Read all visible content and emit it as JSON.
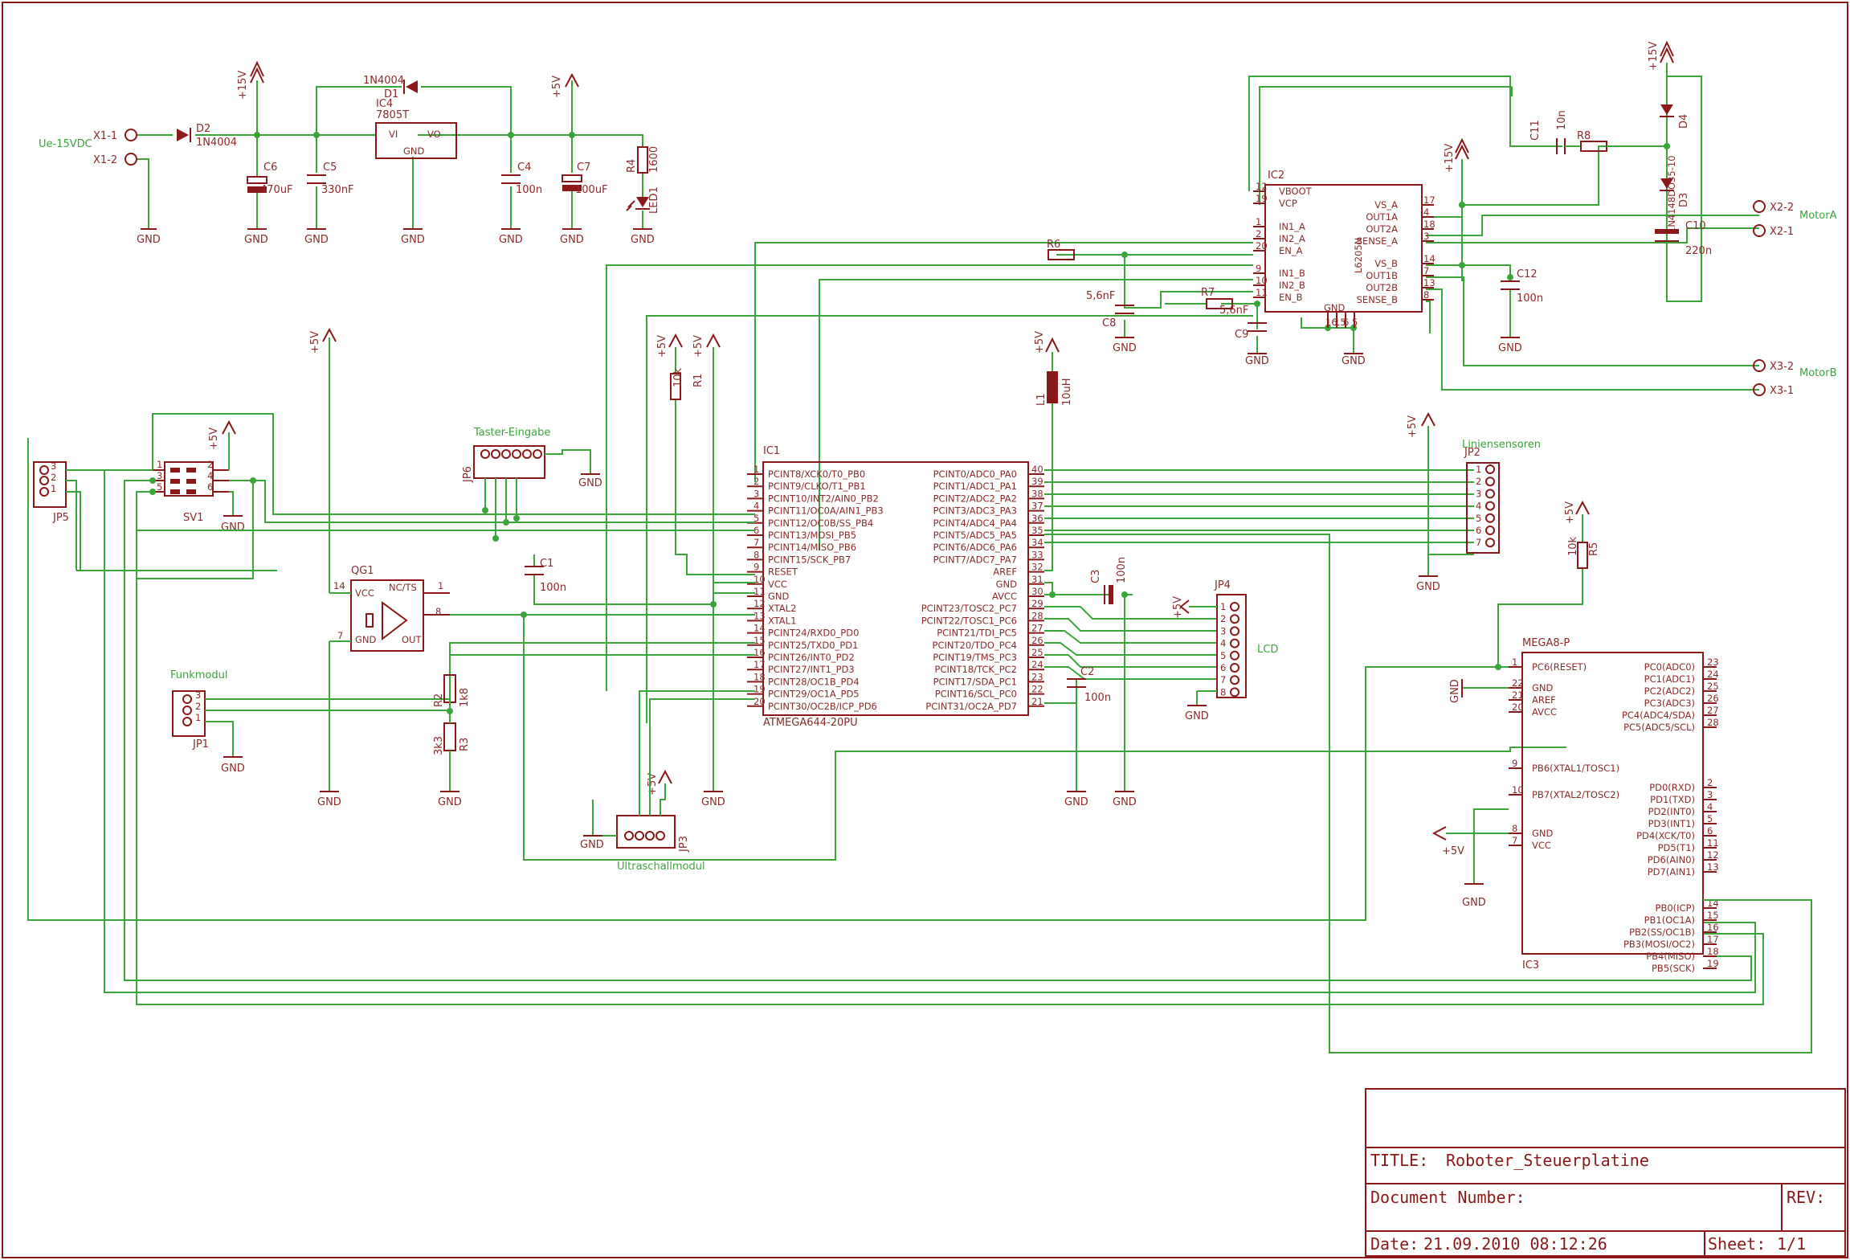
{
  "title_block": {
    "title_label": "TITLE:",
    "title": "Roboter_Steuerplatine",
    "document_label": "Document Number:",
    "rev_label": "REV:",
    "date_label": "Date:",
    "date": "21.09.2010 08:12:26",
    "sheet_label": "Sheet:",
    "sheet": "1/1"
  },
  "net_labels": {
    "supply_in": "Ue-15VDC",
    "motor_a": "MotorA",
    "motor_b": "MotorB",
    "taster": "Taster-Eingabe",
    "linien": "Liniensensoren",
    "lcd": "LCD",
    "funk": "Funkmodul",
    "ultra": "Ultraschallmodul"
  },
  "common": {
    "gnd": "GND",
    "p5v": "+5V",
    "p15v": "+15V"
  },
  "power": {
    "x1_1": "X1-1",
    "x1_2": "X1-2",
    "d2": "D2",
    "d2_val": "1N4004",
    "d1": "D1",
    "d1_val": "1N4004",
    "ic4": "IC4",
    "ic4_val": "7805T",
    "vi": "VI",
    "vo": "VO",
    "gnd_pin": "GND",
    "c6": "C6",
    "c6_val": "470uF",
    "c5": "C5",
    "c5_val": "330nF",
    "c4": "C4",
    "c4_val": "100n",
    "c7": "C7",
    "c7_val": "100uF",
    "r4": "R4",
    "r4_val": "1600",
    "led": "LED1"
  },
  "ic1": {
    "name": "IC1",
    "value": "ATMEGA644-20PU",
    "left_pins": [
      {
        "num": "1",
        "name": "PCINT8/XCK0/T0_PB0"
      },
      {
        "num": "2",
        "name": "PCINT9/CLKO/T1_PB1"
      },
      {
        "num": "3",
        "name": "PCINT10/INT2/AIN0_PB2"
      },
      {
        "num": "4",
        "name": "PCINT11/OC0A/AIN1_PB3"
      },
      {
        "num": "5",
        "name": "PCINT12/OC0B/SS_PB4"
      },
      {
        "num": "6",
        "name": "PCINT13/MOSI_PB5"
      },
      {
        "num": "7",
        "name": "PCINT14/MISO_PB6"
      },
      {
        "num": "8",
        "name": "PCINT15/SCK_PB7"
      },
      {
        "num": "9",
        "name": "RESET"
      },
      {
        "num": "10",
        "name": "VCC"
      },
      {
        "num": "11",
        "name": "GND"
      },
      {
        "num": "12",
        "name": "XTAL2"
      },
      {
        "num": "13",
        "name": "XTAL1"
      },
      {
        "num": "14",
        "name": "PCINT24/RXD0_PD0"
      },
      {
        "num": "15",
        "name": "PCINT25/TXD0_PD1"
      },
      {
        "num": "16",
        "name": "PCINT26/INT0_PD2"
      },
      {
        "num": "17",
        "name": "PCINT27/INT1_PD3"
      },
      {
        "num": "18",
        "name": "PCINT28/OC1B_PD4"
      },
      {
        "num": "19",
        "name": "PCINT29/OC1A_PD5"
      },
      {
        "num": "20",
        "name": "PCINT30/OC2B/ICP_PD6"
      }
    ],
    "right_pins": [
      {
        "num": "40",
        "name": "PCINT0/ADC0_PA0"
      },
      {
        "num": "39",
        "name": "PCINT1/ADC1_PA1"
      },
      {
        "num": "38",
        "name": "PCINT2/ADC2_PA2"
      },
      {
        "num": "37",
        "name": "PCINT3/ADC3_PA3"
      },
      {
        "num": "36",
        "name": "PCINT4/ADC4_PA4"
      },
      {
        "num": "35",
        "name": "PCINT5/ADC5_PA5"
      },
      {
        "num": "34",
        "name": "PCINT6/ADC6_PA6"
      },
      {
        "num": "33",
        "name": "PCINT7/ADC7_PA7"
      },
      {
        "num": "32",
        "name": "AREF"
      },
      {
        "num": "31",
        "name": "GND"
      },
      {
        "num": "30",
        "name": "AVCC"
      },
      {
        "num": "29",
        "name": "PCINT23/TOSC2_PC7"
      },
      {
        "num": "28",
        "name": "PCINT22/TOSC1_PC6"
      },
      {
        "num": "27",
        "name": "PCINT21/TDI_PC5"
      },
      {
        "num": "26",
        "name": "PCINT20/TDO_PC4"
      },
      {
        "num": "25",
        "name": "PCINT19/TMS_PC3"
      },
      {
        "num": "24",
        "name": "PCINT18/TCK_PC2"
      },
      {
        "num": "23",
        "name": "PCINT17/SDA_PC1"
      },
      {
        "num": "22",
        "name": "PCINT16/SCL_PC0"
      },
      {
        "num": "21",
        "name": "PCINT31/OC2A_PD7"
      }
    ]
  },
  "ic2": {
    "name": "IC2",
    "value": "L6205N",
    "left_pins": [
      {
        "num": "12",
        "name": "VBOOT"
      },
      {
        "num": "19",
        "name": "VCP"
      },
      {
        "num": "1",
        "name": "IN1_A"
      },
      {
        "num": "2",
        "name": "IN2_A"
      },
      {
        "num": "20",
        "name": "EN_A"
      },
      {
        "num": "9",
        "name": "IN1_B"
      },
      {
        "num": "10",
        "name": "IN2_B"
      },
      {
        "num": "11",
        "name": "EN_B"
      }
    ],
    "right_pins": [
      {
        "num": "17",
        "name": "VS_A"
      },
      {
        "num": "4",
        "name": "OUT1A"
      },
      {
        "num": "18",
        "name": "OUT2A"
      },
      {
        "num": "3",
        "name": "SENSE_A"
      },
      {
        "num": "14",
        "name": "VS_B"
      },
      {
        "num": "7",
        "name": "OUT1B"
      },
      {
        "num": "13",
        "name": "OUT2B"
      },
      {
        "num": "8",
        "name": "SENSE_B"
      }
    ],
    "gnd_pins": [
      "16",
      "15",
      "6",
      "5"
    ],
    "gnd_label": "GND"
  },
  "ic3": {
    "name": "IC3",
    "value": "MEGA8-P",
    "left_pins": [
      {
        "num": "1",
        "name": "PC6(RESET)"
      },
      {
        "num": "22",
        "name": "GND"
      },
      {
        "num": "21",
        "name": "AREF"
      },
      {
        "num": "20",
        "name": "AVCC"
      },
      {
        "num": "9",
        "name": "PB6(XTAL1/TOSC1)"
      },
      {
        "num": "10",
        "name": "PB7(XTAL2/TOSC2)"
      },
      {
        "num": "8",
        "name": "GND"
      },
      {
        "num": "7",
        "name": "VCC"
      }
    ],
    "right_pins": [
      {
        "num": "23",
        "name": "PC0(ADC0)"
      },
      {
        "num": "24",
        "name": "PC1(ADC1)"
      },
      {
        "num": "25",
        "name": "PC2(ADC2)"
      },
      {
        "num": "26",
        "name": "PC3(ADC3)"
      },
      {
        "num": "27",
        "name": "PC4(ADC4/SDA)"
      },
      {
        "num": "28",
        "name": "PC5(ADC5/SCL)"
      },
      {
        "num": "2",
        "name": "PD0(RXD)"
      },
      {
        "num": "3",
        "name": "PD1(TXD)"
      },
      {
        "num": "4",
        "name": "PD2(INT0)"
      },
      {
        "num": "5",
        "name": "PD3(INT1)"
      },
      {
        "num": "6",
        "name": "PD4(XCK/T0)"
      },
      {
        "num": "11",
        "name": "PD5(T1)"
      },
      {
        "num": "12",
        "name": "PD6(AIN0)"
      },
      {
        "num": "13",
        "name": "PD7(AIN1)"
      },
      {
        "num": "14",
        "name": "PB0(ICP)"
      },
      {
        "num": "15",
        "name": "PB1(OC1A)"
      },
      {
        "num": "16",
        "name": "PB2(SS/OC1B)"
      },
      {
        "num": "17",
        "name": "PB3(MOSI/OC2)"
      },
      {
        "num": "18",
        "name": "PB4(MISO)"
      },
      {
        "num": "19",
        "name": "PB5(SCK)"
      }
    ]
  },
  "motor": {
    "c11": "C11",
    "c11_val": "10n",
    "r8": "R8",
    "d4": "D4",
    "d3": "D3",
    "d_val": "1N4148DO35-10",
    "c10": "C10",
    "c10_val": "220n",
    "c12": "C12",
    "c12_val": "100n",
    "r6": "R6",
    "r7": "R7",
    "c8": "C8",
    "c8_val": "5,6nF",
    "c9": "C9",
    "c9_val": "5,6nF",
    "x2_2": "X2-2",
    "x2_1": "X2-1",
    "x3_2": "X3-2",
    "x3_1": "X3-1"
  },
  "parts": {
    "r1": "R1",
    "r1_val": "10k",
    "r5": "R5",
    "r5_val": "10k",
    "r2": "R2",
    "r2_val": "1k8",
    "r3": "R3",
    "r3_val": "3k3",
    "l1": "L1",
    "l1_val": "10uH",
    "c1": "C1",
    "c1_val": "100n",
    "c2": "C2",
    "c2_val": "100n",
    "c3": "C3",
    "c3_val": "100n",
    "qg1": "QG1",
    "q_vcc": "VCC",
    "q_gnd": "GND",
    "q_nc": "NC/TS",
    "q_out": "OUT",
    "sv1": "SV1",
    "jp1": "JP1",
    "jp2": "JP2",
    "jp3": "JP3",
    "jp4": "JP4",
    "jp5": "JP5",
    "jp6": "JP6"
  }
}
